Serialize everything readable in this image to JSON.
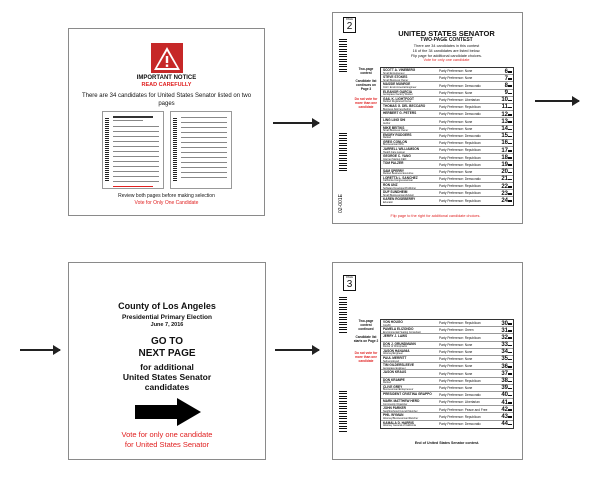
{
  "page1": {
    "title": "IMPORTANT NOTICE",
    "subtitle": "READ CAREFULLY",
    "text": "There are 34 candidates for United States Senator listed on two pages",
    "review": "Review both pages before making selection",
    "vote": "Vote for Only One Candidate"
  },
  "page2": {
    "page_label": "PAGE",
    "page_number": "2",
    "title": "UNITED STATES SENATOR",
    "subtitle": "TWO-PAGE CONTEST",
    "info1": "There are 34 candidates in this contest",
    "info2": "16 of the 34 candidates are listed below.",
    "info3": "Flip page for additional candidate choices.",
    "vote_note": "Vote for only one candidate",
    "side1": "Two-page contest",
    "side2": "Candidate list continues on Page 3",
    "side3": "Do not vote for more than one candidate",
    "vertical_code": "02-001E",
    "footer": "Flip page to the right for additional candidate choices.",
    "candidates": [
      {
        "name": "SCOTT A. VINEBERG",
        "occ": "Small Entrepreneur",
        "pref": "Party Preference: None",
        "num": "6"
      },
      {
        "name": "STEVE STOKES",
        "occ": "Small Business Owner",
        "pref": "Party Preference: None",
        "num": "7"
      },
      {
        "name": "MASSIE MUNROE",
        "occ": "Civil / Environmental Engineer",
        "pref": "Party Preference: Democratic",
        "num": "8"
      },
      {
        "name": "ELEANOR GARCIA",
        "occ": "Aerospace Factory Worker",
        "pref": "Party Preference: None",
        "num": "9"
      },
      {
        "name": "GAIL K. LIGHTFOOT",
        "occ": "Retired Registered Nurse",
        "pref": "Party Preference: Libertarian",
        "num": "10"
      },
      {
        "name": "THOMAS G. DEL BECCARO",
        "occ": "Business Attorney/Author",
        "pref": "Party Preference: Republican",
        "num": "11"
      },
      {
        "name": "HERBERT G. PETERS",
        "occ": "",
        "pref": "Party Preference: Democratic",
        "num": "12"
      },
      {
        "name": "LING LING SHI",
        "occ": "Author",
        "pref": "Party Preference: None",
        "num": "13"
      },
      {
        "name": "MIKE BEITIKS",
        "occ": "Small Business Owner",
        "pref": "Party Preference: None",
        "num": "14"
      },
      {
        "name": "EMORY RODGERS",
        "occ": "Retired",
        "pref": "Party Preference: Democratic",
        "num": "15"
      },
      {
        "name": "GREG CONLON",
        "occ": "Businessman/CPA",
        "pref": "Party Preference: Republican",
        "num": "16"
      },
      {
        "name": "JARRELL WILLIAMSON",
        "occ": "Health Care Lawyer",
        "pref": "Party Preference: Republican",
        "num": "17"
      },
      {
        "name": "GEORGE C. YANG",
        "occ": "Internet Startup CEO",
        "pref": "Party Preference: Republican",
        "num": "18"
      },
      {
        "name": "TOM PALZER",
        "occ": "",
        "pref": "Party Preference: Republican",
        "num": "19"
      },
      {
        "name": "SAM SPERRY",
        "occ": "Retired Business Executive",
        "pref": "Party Preference: None",
        "num": "20"
      },
      {
        "name": "LORETTA L. SANCHEZ",
        "occ": "California Congresswoman",
        "pref": "Party Preference: Democratic",
        "num": "21"
      },
      {
        "name": "RON UNZ",
        "occ": "Software Developer/Publisher",
        "pref": "Party Preference: Republican",
        "num": "22"
      },
      {
        "name": "DUF SUNDHEIM",
        "occ": "Small Businessman/Advisor",
        "pref": "Party Preference: Republican",
        "num": "23"
      },
      {
        "name": "KAREN ROSEBERRY",
        "occ": "Educator",
        "pref": "Party Preference: Republican",
        "num": "24"
      }
    ]
  },
  "page3": {
    "county": "County of Los Angeles",
    "election": "Presidential Primary Election",
    "date": "June 7, 2016",
    "goto1": "GO TO",
    "goto2": "NEXT PAGE",
    "add1": "for additional",
    "add2": "United States Senator",
    "add3": "candidates",
    "vote1": "Vote for only one candidate",
    "vote2": "for United States Senator"
  },
  "page4": {
    "page_label": "PAGE",
    "page_number": "3",
    "side1": "Two-page contest continued",
    "side2": "Candidate list starts on Page 2",
    "side3": "Do not vote for more than one candidate",
    "end_text": "End of United States Senator contest.",
    "candidates": [
      {
        "name": "VON HOUGO",
        "occ": "Cop/Dr",
        "pref": "Party Preference: Republican",
        "num": "30"
      },
      {
        "name": "PAMELA ELIZONDO",
        "occ": "Environmental Healing Consultant",
        "pref": "Party Preference: Green",
        "num": "31"
      },
      {
        "name": "JERRY J. LAWS",
        "occ": "",
        "pref": "Party Preference: Republican",
        "num": "32"
      },
      {
        "name": "DON J. GRUNDMANN",
        "occ": "Doctor of Chiropractic",
        "pref": "Party Preference: None",
        "num": "33"
      },
      {
        "name": "JASON HANANIA",
        "occ": "Attorney/Engineer",
        "pref": "Party Preference: None",
        "num": "34"
      },
      {
        "name": "PAUL MERRITT",
        "occ": "Self-employed",
        "pref": "Party Preference: None",
        "num": "35"
      },
      {
        "name": "TIM GILDERSLEEVE",
        "occ": "Aerospace Engineer",
        "pref": "Party Preference: None",
        "num": "36"
      },
      {
        "name": "JASON KRAUS",
        "occ": "",
        "pref": "Party Preference: None",
        "num": "37"
      },
      {
        "name": "DON KRAMPE",
        "occ": "Retired",
        "pref": "Party Preference: Republican",
        "num": "38"
      },
      {
        "name": "CLIVE GREY",
        "occ": "Businessman/Entrepreneur",
        "pref": "Party Preference: None",
        "num": "39"
      },
      {
        "name": "PRESIDENT CRISTINA GRAPPO",
        "occ": "",
        "pref": "Party Preference: Democratic",
        "num": "40"
      },
      {
        "name": "MARK MATTHEW HERD",
        "occ": "Community Organizer",
        "pref": "Party Preference: Libertarian",
        "num": "41"
      },
      {
        "name": "JOHN PARKER",
        "occ": "Neighborhood Council Member",
        "pref": "Party Preference: Peace and Free",
        "num": "42"
      },
      {
        "name": "PHIL WYMAN",
        "occ": "Attorney/Businessman/Rancher",
        "pref": "Party Preference: Republican",
        "num": "43"
      },
      {
        "name": "KAMALA D. HARRIS",
        "occ": "Attorney General of California",
        "pref": "Party Preference: Democratic",
        "num": "44"
      }
    ]
  }
}
